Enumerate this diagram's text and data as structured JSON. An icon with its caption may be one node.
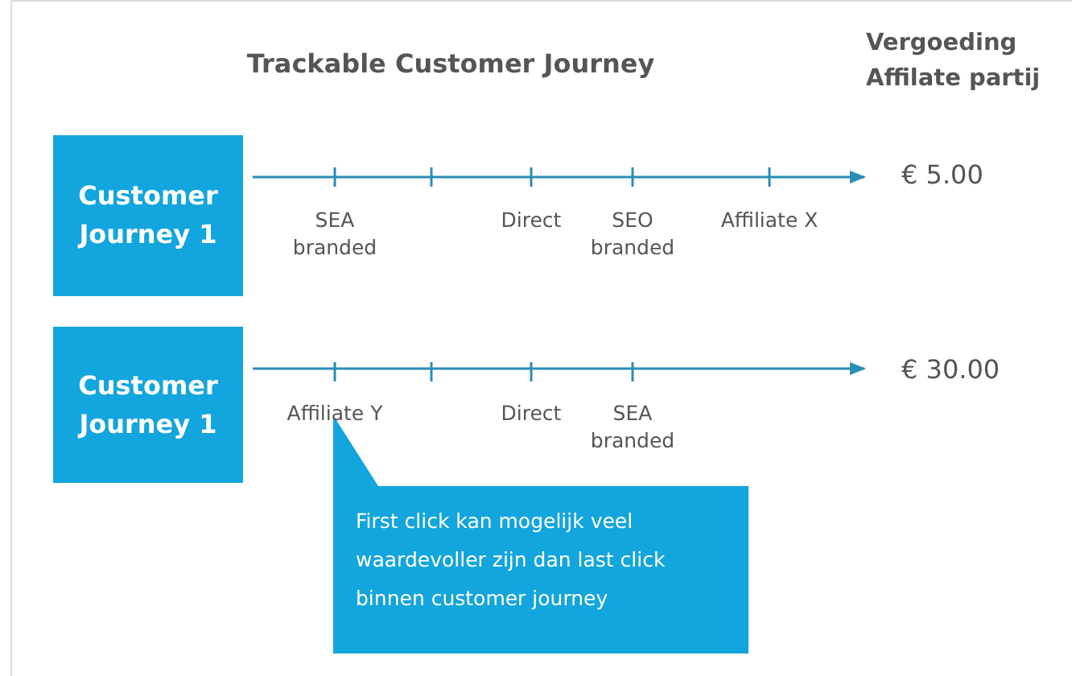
{
  "diagram": {
    "title": "Trackable Customer Journey",
    "nodes": [
      {
        "text": [
          "Customer Journey 1"
        ]
      },
      {
        "text": [
          "€ 5.00"
        ]
      },
      {
        "text": [
          "Customer Journey 1"
        ]
      },
      {
        "text": [
          "€ 30.00"
        ]
      },
      {
        "text": [
          "First click kan mogelijk veel waardevoller zijn dan last click binnen customer journey"
        ]
      }
    ],
    "edges": [
      {
        "from": 0,
        "to": 1,
        "arrow": "to"
      },
      {
        "from": 2,
        "to": 3,
        "arrow": "to"
      }
    ],
    "labels": [
      "Vergoeding Affilate partij",
      "SEA branded",
      "Direct",
      "SEO branded",
      "Affiliate X",
      "Affiliate Y",
      "Direct",
      "SEA branded"
    ]
  }
}
